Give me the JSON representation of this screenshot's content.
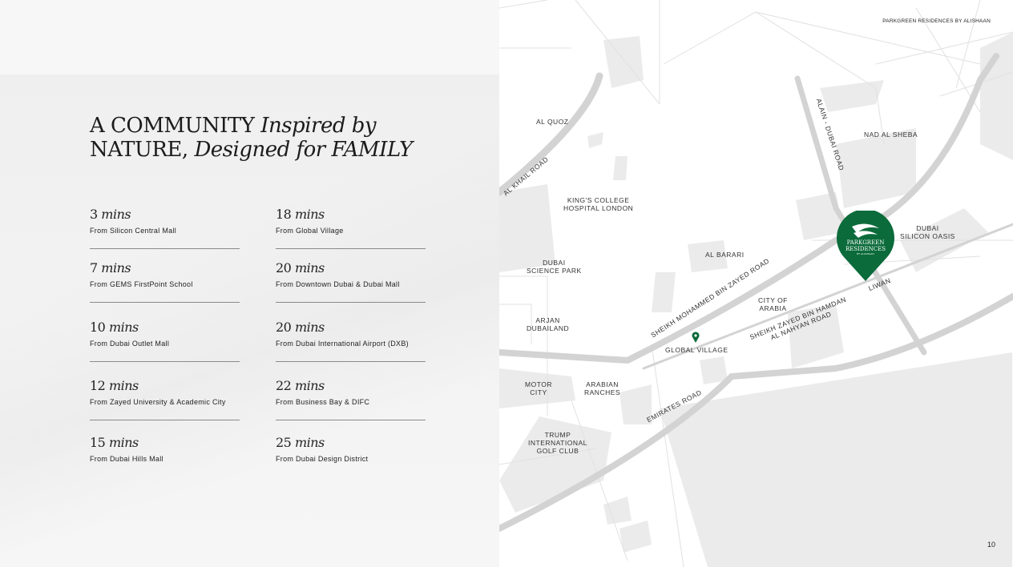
{
  "header": {
    "brand": "PARKGREEN RESIDENCES BY ALISHAAN",
    "page_number": "10"
  },
  "title": {
    "line1_upright": "A COMMUNITY",
    "line1_italic": "Inspired by",
    "line2_upright": "NATURE,",
    "line2_italic": "Designed for FAMILY"
  },
  "distances": [
    {
      "num": "3",
      "unit": "mins",
      "from": "From Silicon Central Mall"
    },
    {
      "num": "7",
      "unit": "mins",
      "from": "From GEMS FirstPoint School"
    },
    {
      "num": "10",
      "unit": "mins",
      "from": "From Dubai Outlet Mall"
    },
    {
      "num": "12",
      "unit": "mins",
      "from": "From Zayed University & Academic City"
    },
    {
      "num": "15",
      "unit": "mins",
      "from": "From Dubai Hills Mall"
    },
    {
      "num": "18",
      "unit": "mins",
      "from": "From Global Village"
    },
    {
      "num": "20",
      "unit": "mins",
      "from": "From Downtown Dubai & Dubai Mall"
    },
    {
      "num": "20",
      "unit": "mins",
      "from": "From Dubai International Airport (DXB)"
    },
    {
      "num": "22",
      "unit": "mins",
      "from": "From Business Bay & DIFC"
    },
    {
      "num": "25",
      "unit": "mins",
      "from": "From Dubai Design District"
    }
  ],
  "map": {
    "labels": {
      "al_quoz": "AL QUOZ",
      "al_khail": "AL KHAIL ROAD",
      "kings1": "KING'S COLLEGE",
      "kings2": "HOSPITAL LONDON",
      "dsp1": "DUBAI",
      "dsp2": "SCIENCE PARK",
      "arjan1": "ARJAN",
      "arjan2": "DUBAILAND",
      "motor1": "MOTOR",
      "motor2": "CITY",
      "arabian1": "ARABIAN",
      "arabian2": "RANCHES",
      "trump1": "TRUMP",
      "trump2": "INTERNATIONAL",
      "trump3": "GOLF CLUB",
      "al_barari": "AL BARARI",
      "coa1": "CITY OF",
      "coa2": "ARABIA",
      "global_village": "GLOBAL VILLAGE",
      "smbz": "SHEIKH MOHAMMED BIN ZAYED ROAD",
      "szbh1": "SHEIKH ZAYED BIN HAMDAN",
      "szbh2": "AL NAHYAN ROAD",
      "emirates": "EMIRATES ROAD",
      "alain": "ALAIN - DUBAI ROAD",
      "nad": "NAD AL SHEBA",
      "dso1": "DUBAI",
      "dso2": "SILICON OASIS",
      "liwan": "LIWAN"
    },
    "pin": {
      "line1": "PARKGREEN",
      "line2": "RESIDENCES",
      "line3": "BY ALISHAAN",
      "color": "#0b6b3a"
    }
  }
}
